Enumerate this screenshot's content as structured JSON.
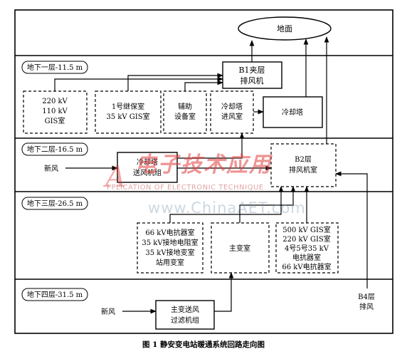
{
  "diagram": {
    "caption": "图 1   静安变电站暖通系统回路走向图",
    "ground": "地面",
    "levels": {
      "b1": "地下一层-11.5 m",
      "b2": "地下二层-16.5 m",
      "b3": "地下三层-26.5 m",
      "b4": "地下四层-31.5 m"
    },
    "rooms": {
      "b1_mezzanine_exhaust": [
        "B1夹层",
        "排风机"
      ],
      "gis_220_110": [
        "220 kV",
        "110 kV",
        "GIS室"
      ],
      "relay_gis35": [
        "1号继保室",
        "35 kV GIS室"
      ],
      "aux_equipment": [
        "辅助",
        "设备室"
      ],
      "cooling_tower_intake": [
        "冷却塔",
        "进风室"
      ],
      "cooling_tower": "冷却塔",
      "cooling_tower_supply_unit": [
        "冷却塔",
        "送风机组"
      ],
      "b2_exhaust_room": [
        "B2层",
        "排风机室"
      ],
      "reactor_rooms_66": [
        "66 kV电抗器室",
        "35 kV接地电阻室",
        "35 kV接地变室",
        "站用变室"
      ],
      "main_transformer": "主变室",
      "gis_500_220_rooms": [
        "500 kV GIS室",
        "220 kV GIS室",
        "4号5号35 kV",
        "电抗器室",
        "66 kV电抗器室"
      ],
      "main_transformer_filter_unit": [
        "主变送风",
        "过滤机组"
      ],
      "b4_exhaust": [
        "B4层",
        "排风"
      ]
    },
    "fresh_air": "新风"
  },
  "watermark": {
    "logo": "A",
    "cn": "电子技术应用",
    "en": "PPLICATION OF ELECTRONIC TECHNIQUE",
    "web": "www.ChinaAET.com"
  }
}
